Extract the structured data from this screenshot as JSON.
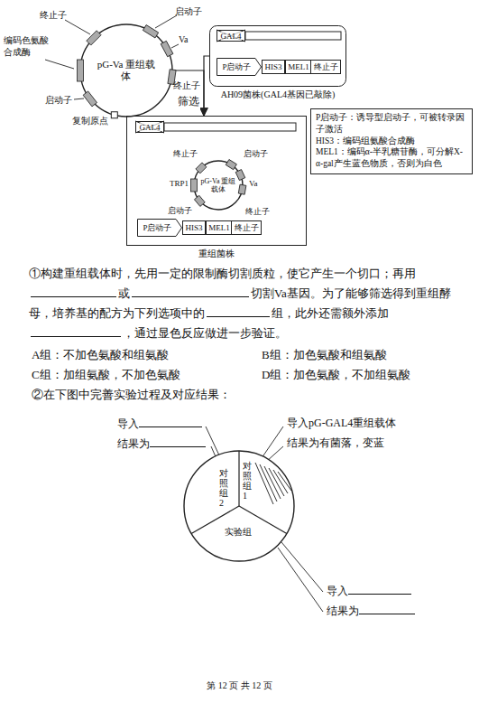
{
  "diagram": {
    "nodes": [
      {
        "text": [
          "pG-Va 重组载体"
        ]
      },
      {
        "text": [
          "AH09菌株(GAL4基因已敲除)"
        ]
      },
      {
        "text": [
          "GAL4"
        ],
        "in": 1
      },
      {
        "text": [
          "P启动子"
        ],
        "in": 1
      },
      {
        "text": [
          "HIS3"
        ],
        "in": 1
      },
      {
        "text": [
          "MEL1"
        ],
        "in": 1
      },
      {
        "text": [
          "终止子"
        ],
        "in": 1
      },
      {
        "text": [
          "P启动子：诱导型启动子，可被转录因子激活",
          "HIS3：编码组氨酸合成酶",
          "MEL1：编码α-半乳糖苷酶，可分解X-α-gal产生蓝色物质，否则为白色"
        ]
      },
      {
        "text": [
          "重组菌株"
        ]
      },
      {
        "text": [
          "GAL4"
        ],
        "in": 8
      },
      {
        "text": [
          "pG-Va 重组载体"
        ],
        "in": 8
      },
      {
        "text": [
          "P启动子"
        ],
        "in": 8
      },
      {
        "text": [
          "HIS3"
        ],
        "in": 8
      },
      {
        "text": [
          "MEL1"
        ],
        "in": 8
      },
      {
        "text": [
          "终止子"
        ],
        "in": 8
      },
      {
        "text": [
          "对照组2",
          "对照组1",
          "实验组"
        ]
      }
    ],
    "edges": [
      {
        "from": 0,
        "to": 8,
        "arrow": "to",
        "label": "筛选"
      },
      {
        "from": 1,
        "to": 8,
        "arrow": "to"
      }
    ],
    "labels": [
      "启动子",
      "Va",
      "编码色氨酸合成酶",
      "终止子",
      "终止子",
      "启动子",
      "复制原点",
      "启动子",
      "终止子",
      "TRP1",
      "Va",
      "启动子",
      "终止子",
      "①构建重组载体时，先用一定的限制酶切割质粒，使它产生一个切口；再用",
      "或",
      "切割Va基因。为了能够筛选得到重组酵母，培养基的配方为下列选项中的",
      "组，此外还需额外添加",
      "，通过显色反应做进一步验证。",
      "A组：不加色氨酸和组氨酸",
      "B组：加色氨酸和组氨酸",
      "C组：加组氨酸，不加色氨酸",
      "D组：加色氨酸，不加组氨酸",
      "②在下图中完善实验过程及对应结果：",
      "导入",
      "结果为",
      "导入pG-GAL4重组载体",
      "结果为有菌落，变蓝",
      "导入",
      "结果为",
      "第 12 页 共 12 页"
    ]
  }
}
